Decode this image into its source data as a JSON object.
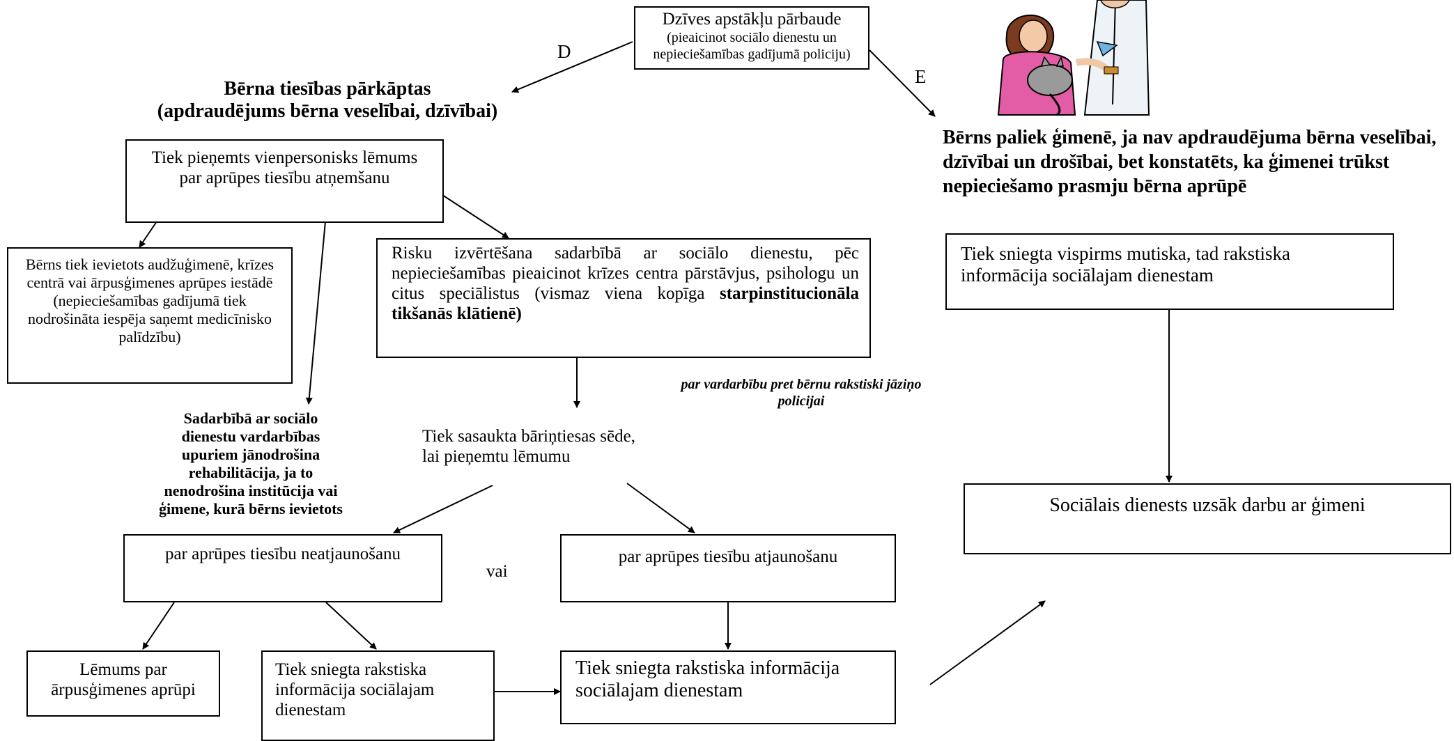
{
  "top_box": {
    "title": "Dzīves apstākļu pārbaude",
    "note_line1": "(pieaicinot sociālo dienestu un",
    "note_line2": "nepieciešamības gadījumā policiju)"
  },
  "label_d": "D",
  "label_e": "E",
  "left": {
    "heading_line1": "Bērna tiesības pārkāptas",
    "heading_line2": "(apdraudējums bērna veselībai, dzīvībai)",
    "decision_box_line1": "Tiek pieņemts vienpersonisks lēmums",
    "decision_box_line2": "par aprūpes tiesību atņemšanu",
    "placement_box": "Bērns tiek ievietots audžuģimenē, krīzes centrā vai ārpusģimenes aprūpes iestādē (nepieciešamības gadījumā tiek nodrošināta iespēja saņemt medicīnisko palīdzību)",
    "risk_box_text": "Risku izvērtēšana sadarbībā ar sociālo dienestu, pēc nepieciešamības pieaicinot krīzes centra pārstāvjus, psihologu un citus speciālistus (vismaz viena kopīga",
    "risk_box_bold": "starpinstitucionāla tikšanās klātienē)",
    "police_note_line1": "par vardarbību pret bērnu rakstiski jāziņo",
    "police_note_line2": "policijai",
    "rehab_note": "Sadarbībā ar sociālo dienestu vardarbības upuriem jānodrošina rehabilitācija, ja to nenodrošina institūcija vai ģimene, kurā bērns ievietots",
    "orphan_court_line1": "Tiek sasaukta bāriņtiesas sēde,",
    "orphan_court_line2": "lai pieņemtu lēmumu",
    "not_restore_box": "par aprūpes tiesību neatjaunošanu",
    "or_label": "vai",
    "restore_box": "par aprūpes tiesību atjaunošanu",
    "outofhome_box_line1": "Lēmums par",
    "outofhome_box_line2": "ārpusģimenes aprūpi",
    "written_info_small": "Tiek sniegta rakstiska informācija sociālajam dienestam",
    "written_info_big_line1": "Tiek sniegta rakstiska informācija",
    "written_info_big_line2": "sociālajam dienestam"
  },
  "right": {
    "heading": "Bērns paliek ģimenē, ja nav apdraudējuma bērna veselībai, dzīvībai un drošībai, bet konstatēts, ka ģimenei trūkst nepieciešamo prasmju bērna aprūpē",
    "info_box": "Tiek sniegta vispirms mutiska, tad rakstiska informācija sociālajam dienestam",
    "social_service_box": "Sociālais dienests uzsāk darbu ar ģimeni"
  },
  "clipart_icon": "doctor-child-cat-icon"
}
